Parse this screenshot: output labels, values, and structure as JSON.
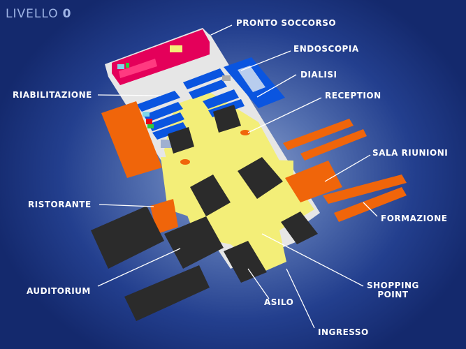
{
  "title": {
    "prefix": "LIVELLO",
    "level": "0"
  },
  "labels": {
    "pronto_soccorso": "PRONTO SOCCORSO",
    "endoscopia": "ENDOSCOPIA",
    "dialisi": "DIALISI",
    "riabilitazione": "RIABILITAZIONE",
    "reception": "RECEPTION",
    "sala_riunioni": "SALA RIUNIONI",
    "ristorante": "RISTORANTE",
    "formazione": "FORMAZIONE",
    "auditorium": "AUDITORIUM",
    "shopping_line1": "SHOPPING",
    "shopping_line2": "POINT",
    "asilo": "ASILO",
    "ingresso": "INGRESSO"
  },
  "colors": {
    "emergency": "#e8005a",
    "clinic": "#0a55e0",
    "corridor": "#f5f07a",
    "service": "#f0650a",
    "hall": "#2a2a2a"
  }
}
